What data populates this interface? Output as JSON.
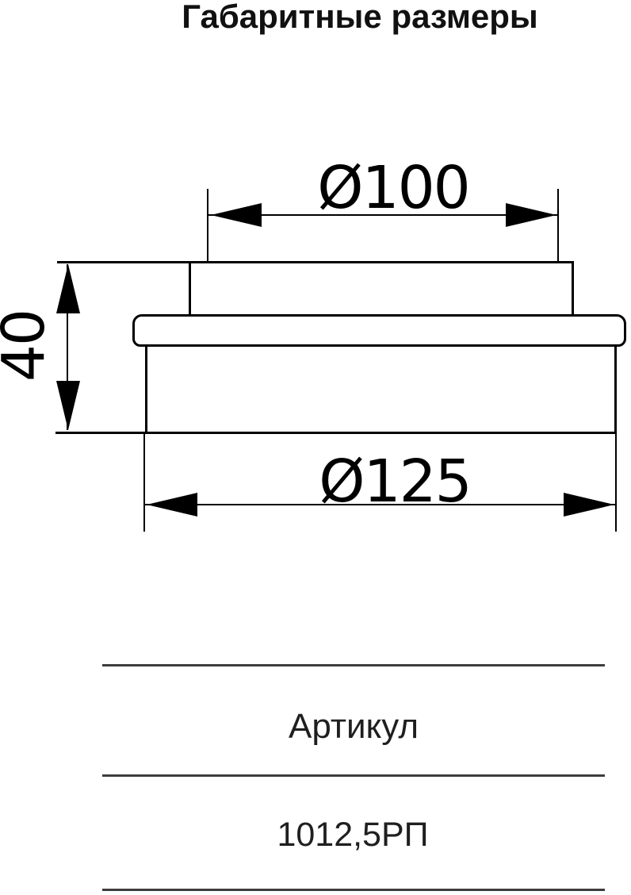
{
  "title": "Габаритные размеры",
  "drawing": {
    "description": "dimensional-drawing-of-round-duct-reducer",
    "dimensions": {
      "top_diameter": {
        "label": "Ø100",
        "value": 100
      },
      "bottom_diameter": {
        "label": "Ø125",
        "value": 125
      },
      "height": {
        "label": "40",
        "value": 40
      }
    }
  },
  "table": {
    "header": "Артикул",
    "value": "1012,5РП"
  },
  "colors": {
    "drawing_line": "#000000",
    "rule_line": "#3d3d3d",
    "text": "#1f1f1f",
    "background": "#ffffff"
  }
}
